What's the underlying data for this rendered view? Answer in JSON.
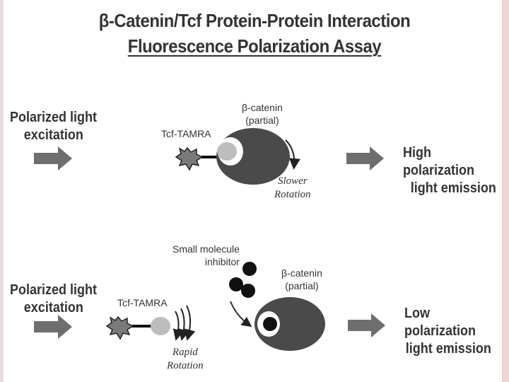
{
  "title": {
    "line1": "β-Catenin/Tcf Protein-Protein Interaction",
    "line2": "Fluorescence Polarization Assay"
  },
  "top_row": {
    "excitation_label": [
      "Polarized light",
      "excitation"
    ],
    "probe_label": "Tcf-TAMRA",
    "protein_label": [
      "β-catenin",
      "(partial)"
    ],
    "rotation_label": [
      "Slower",
      "Rotation"
    ],
    "emission_label": [
      "High polarization",
      "light emission"
    ]
  },
  "bottom_row": {
    "excitation_label": [
      "Polarized light",
      "excitation"
    ],
    "probe_label": "Tcf-TAMRA",
    "inhibitor_label": [
      "Small molecule",
      "inhibitor"
    ],
    "protein_label": [
      "β-catenin",
      "(partial)"
    ],
    "rotation_label": [
      "Rapid",
      "Rotation"
    ],
    "emission_label": [
      "Low polarization",
      "light emission"
    ]
  },
  "colors": {
    "arrow": "#6e6e6e",
    "protein": "#4a4a4a",
    "probe_ball": "#bdbdbd",
    "inhibitor": "#111111"
  }
}
